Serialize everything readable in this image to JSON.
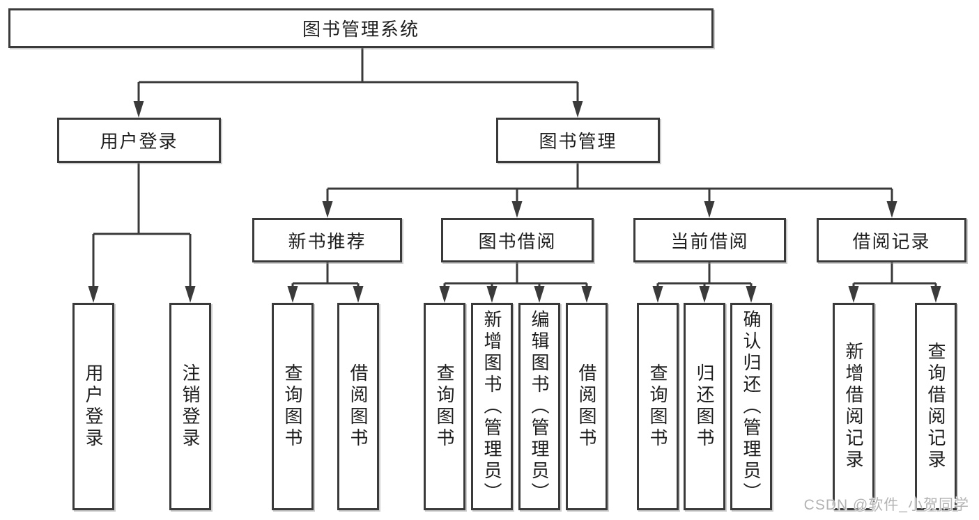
{
  "tree": {
    "root": {
      "label": "图书管理系统"
    },
    "branches": [
      {
        "label": "用户登录",
        "children": [
          {
            "label": "用户登录"
          },
          {
            "label": "注销登录"
          }
        ]
      },
      {
        "label": "图书管理",
        "children": [
          {
            "label": "新书推荐",
            "children": [
              {
                "label": "查询图书"
              },
              {
                "label": "借阅图书"
              }
            ]
          },
          {
            "label": "图书借阅",
            "children": [
              {
                "label": "查询图书"
              },
              {
                "label": "新增图书（管理员）"
              },
              {
                "label": "编辑图书（管理员）"
              },
              {
                "label": "借阅图书"
              }
            ]
          },
          {
            "label": "当前借阅",
            "children": [
              {
                "label": "查询图书"
              },
              {
                "label": "归还图书"
              },
              {
                "label": "确认归还（管理员）"
              }
            ]
          },
          {
            "label": "借阅记录",
            "children": [
              {
                "label": "新增借阅记录"
              },
              {
                "label": "查询借阅记录"
              }
            ]
          }
        ]
      }
    ]
  },
  "watermark": {
    "text": "CSDN @软件_小贺同学"
  },
  "colors": {
    "line": "#3a3a3a",
    "box_border": "#3a3a3a",
    "text": "#1d1d1d",
    "watermark": "#b3b3b3",
    "background": "#ffffff"
  }
}
